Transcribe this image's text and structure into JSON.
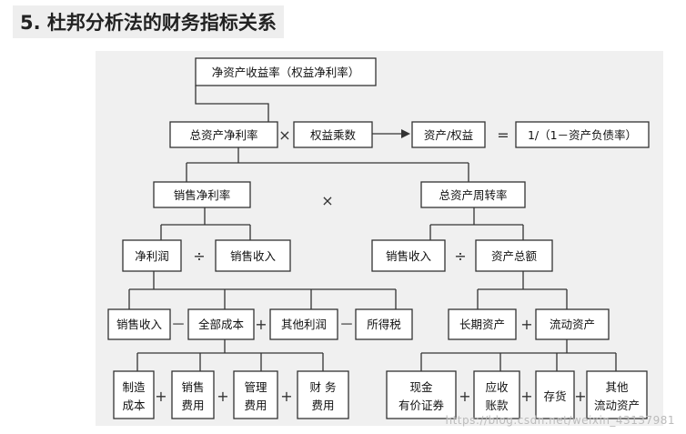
{
  "section_title": "5. 杜邦分析法的财务指标关系",
  "watermark": "https://blog.csdn.net/weixin_43137981",
  "colors": {
    "box_stroke": "#333333",
    "panel_bg": "#f0f0f0",
    "title_bg": "#eeeeee"
  },
  "nodes": {
    "roe": "净资产收益率（权益净利率）",
    "roa": "总资产净利率",
    "equity_multiplier": "权益乘数",
    "assets_over_equity": "资产/权益",
    "multiplier_formula": "1/（1－资产负债率）",
    "net_margin": "销售净利率",
    "asset_turnover": "总资产周转率",
    "net_profit": "净利润",
    "sales_revenue_1": "销售收入",
    "sales_revenue_2": "销售收入",
    "total_assets": "资产总额",
    "sales_revenue_3": "销售收入",
    "total_cost": "全部成本",
    "other_profit": "其他利润",
    "income_tax": "所得税",
    "long_term_assets": "长期资产",
    "current_assets": "流动资产",
    "manufacturing_cost": [
      "制造",
      "成本"
    ],
    "selling_expense": [
      "销售",
      "费用"
    ],
    "admin_expense": [
      "管理",
      "费用"
    ],
    "finance_expense": [
      "财 务",
      "费用"
    ],
    "cash_securities": [
      "现金",
      "有价证券"
    ],
    "receivables": [
      "应收",
      "账款"
    ],
    "inventory": "存货",
    "other_current_assets": [
      "其他",
      "流动资产"
    ]
  },
  "operators": {
    "times": "×",
    "divide": "÷",
    "plus": "+",
    "minus": "－",
    "equals": "="
  }
}
